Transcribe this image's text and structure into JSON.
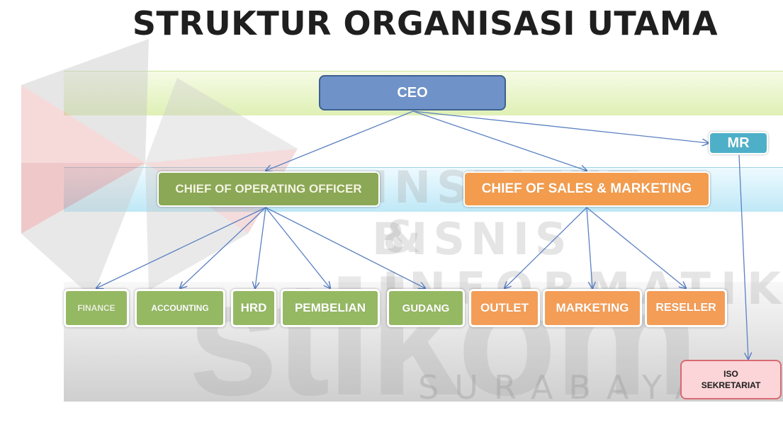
{
  "title": "STRUKTUR ORGANISASI UTAMA",
  "watermark": {
    "line1": "INSTITUT BISNIS",
    "line2": "& INFORMATIKA",
    "line3": "stikom",
    "line4": "SURABAYA"
  },
  "nodes": {
    "ceo": "CEO",
    "mr": "MR",
    "coo": "CHIEF OF OPERATING OFFICER",
    "cos": "CHIEF OF SALES & MARKETING",
    "finance": "FINANCE",
    "accounting": "ACCOUNTING",
    "hrd": "HRD",
    "pembelian": "PEMBELIAN",
    "gudang": "GUDANG",
    "outlet": "OUTLET",
    "marketing": "MARKETING",
    "reseller": "RESELLER",
    "iso_line1": "ISO",
    "iso_line2": "SEKRETARIAT"
  },
  "colors": {
    "ceo": "#6f93c9",
    "mr": "#4eb0c8",
    "operations": "#95b863",
    "sales": "#f49d57",
    "iso": "#fcd5d8",
    "connector": "#5b80c2"
  }
}
